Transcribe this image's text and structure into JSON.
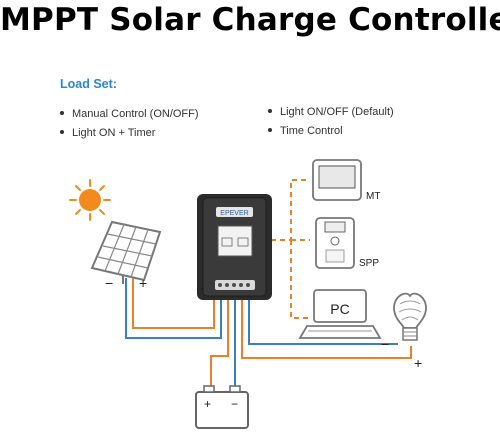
{
  "title": "MPPT Solar Charge Controller",
  "load_set": {
    "heading": "Load Set:",
    "options_left": [
      "Manual Control  (ON/OFF)",
      "Light ON + Timer"
    ],
    "options_right": [
      "Light ON/OFF  (Default)",
      "Time Control"
    ]
  },
  "devices": {
    "mt_label": "MT",
    "spp_label": "SPP",
    "pc_label": "PC",
    "controller_brand": "EPEVER"
  },
  "polarity": {
    "panel_minus": "−",
    "panel_plus": "+",
    "battery_plus": "+",
    "battery_minus": "−",
    "load_minus": "−",
    "load_plus": "+"
  },
  "colors": {
    "heading": "#2f86c8",
    "positive_wire": "#e8812a",
    "negative_wire": "#3a7fc1",
    "sun": "#f28a1e"
  }
}
